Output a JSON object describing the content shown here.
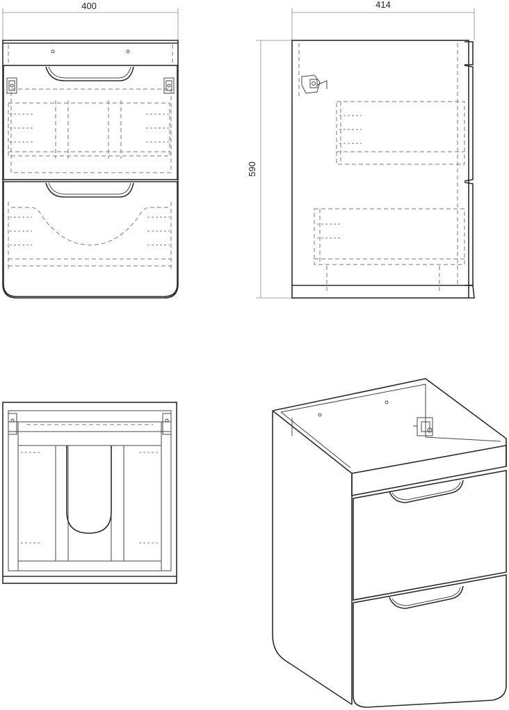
{
  "dimensions": {
    "width": "400",
    "depth": "414",
    "height": "590"
  },
  "views": [
    "front-view",
    "side-view",
    "top-view",
    "isometric-view"
  ]
}
